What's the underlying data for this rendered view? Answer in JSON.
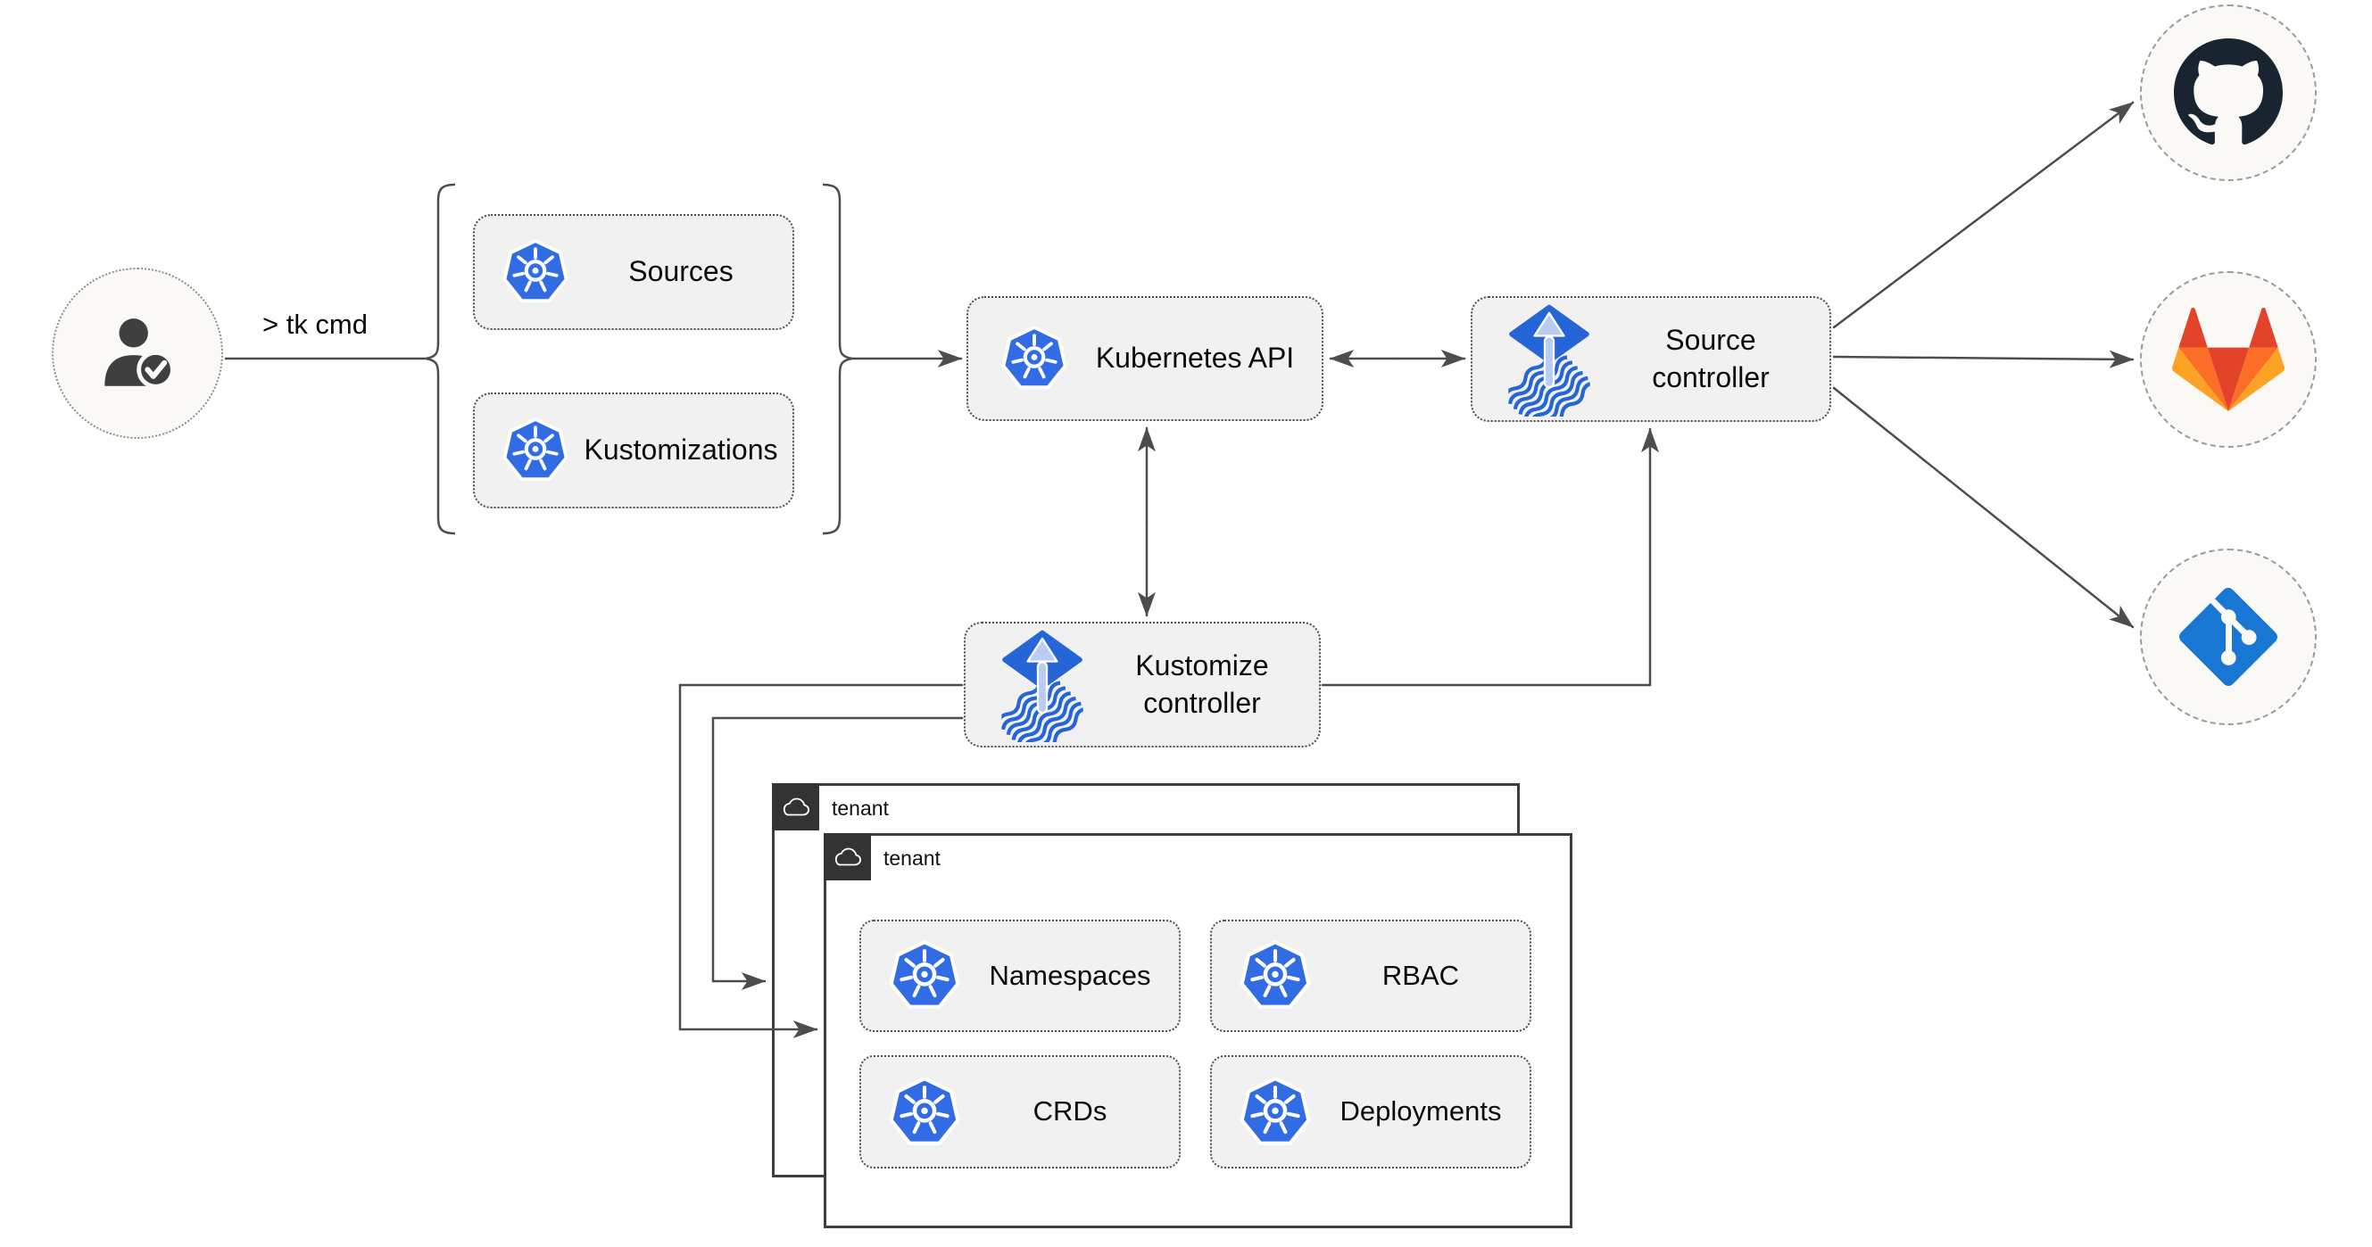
{
  "diagram": {
    "cli_command": "> tk cmd",
    "nodes": {
      "sources": "Sources",
      "kustomizations": "Kustomizations",
      "kubernetes_api": "Kubernetes API",
      "source_controller": "Source controller",
      "kustomize_controller": "Kustomize controller",
      "namespaces": "Namespaces",
      "rbac": "RBAC",
      "crds": "CRDs",
      "deployments": "Deployments"
    },
    "containers": {
      "tenant_back": "tenant",
      "tenant_front": "tenant"
    },
    "icons": [
      "user-check-icon",
      "kubernetes-icon",
      "flux-icon",
      "cloud-icon",
      "github-icon",
      "gitlab-icon",
      "git-icon"
    ],
    "colors": {
      "kubernetes_blue": "#326CE5",
      "flux_blue": "#2565d5",
      "flux_arrow_light": "#b9cdf2",
      "github_dark": "#182430",
      "gitlab_red": "#e24329",
      "gitlab_orange": "#fc6d26",
      "gitlab_amber": "#fca326",
      "git_blue": "#1877d2",
      "line_gray": "#4d4d4d",
      "node_fill": "#f1f1f1",
      "circle_fill": "#faf9f5",
      "tab_dark": "#333333"
    }
  }
}
